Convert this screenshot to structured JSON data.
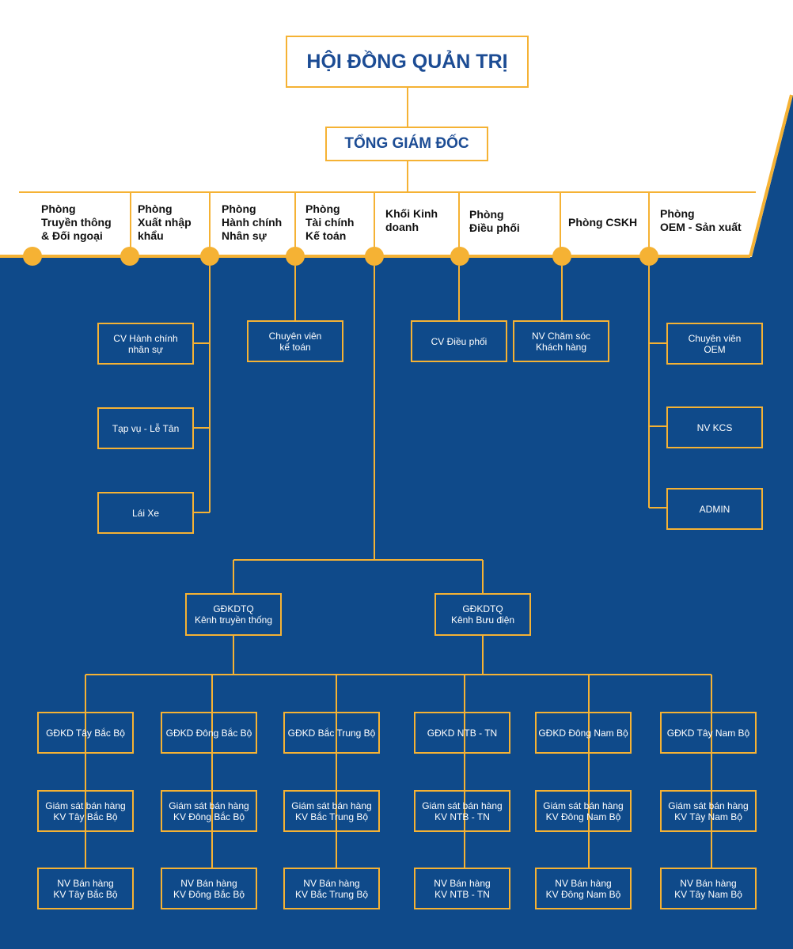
{
  "colors": {
    "navy": "#0f4a8a",
    "gold": "#f5b234",
    "title_blue": "#1c4c94",
    "white": "#ffffff"
  },
  "board": "HỘI ĐỒNG QUẢN TRỊ",
  "ceo": "TỔNG GIÁM ĐỐC",
  "departments": [
    "Phòng\nTruyền thông\n& Đối ngoại",
    "Phòng\nXuất nhập\nkhẩu",
    "Phòng\nHành chính\nNhân sự",
    "Phòng\nTài chính\nKế toán",
    "Khối Kinh\ndoanh",
    "Phòng\nĐiều phối",
    "Phòng CSKH",
    "Phòng\nOEM - Sản xuất"
  ],
  "hr_staff": [
    "CV Hành chính\nnhân sự",
    "Tạp vụ - Lễ Tân",
    "Lái Xe"
  ],
  "finance_staff": "Chuyên viên\nkế toán",
  "coordination_staff": "CV Điều phối",
  "cskh_staff": "NV Chăm sóc\nKhách hàng",
  "oem_staff": [
    "Chuyên viên\nOEM",
    "NV KCS",
    "ADMIN"
  ],
  "channels": [
    "GĐKDTQ\nKênh truyền thống",
    "GĐKDTQ\nKênh Bưu điện"
  ],
  "regions": [
    "GĐKD Tây Bắc Bộ",
    "GĐKD Đông Bắc Bộ",
    "GĐKD Bắc Trung Bộ",
    "GĐKD NTB - TN",
    "GĐKD Đông Nam Bộ",
    "GĐKD Tây Nam Bộ"
  ],
  "supervisors": [
    "Giám sát bán hàng\nKV Tây Bắc Bộ",
    "Giám sát bán hàng\nKV Đông Bắc Bộ",
    "Giám sát bán hàng\nKV Bắc Trung Bộ",
    "Giám sát bán hàng\nKV NTB - TN",
    "Giám sát bán hàng\nKV Đông Nam Bộ",
    "Giám sát bán hàng\nKV Tây Nam Bộ"
  ],
  "sales_staff": [
    "NV Bán hàng\nKV Tây Bắc Bộ",
    "NV Bán hàng\nKV Đông Bắc Bộ",
    "NV Bán hàng\nKV Bắc Trung Bộ",
    "NV Bán hàng\nKV NTB - TN",
    "NV Bán hàng\nKV Đông Nam Bộ",
    "NV Bán hàng\nKV Tây Nam Bộ"
  ]
}
